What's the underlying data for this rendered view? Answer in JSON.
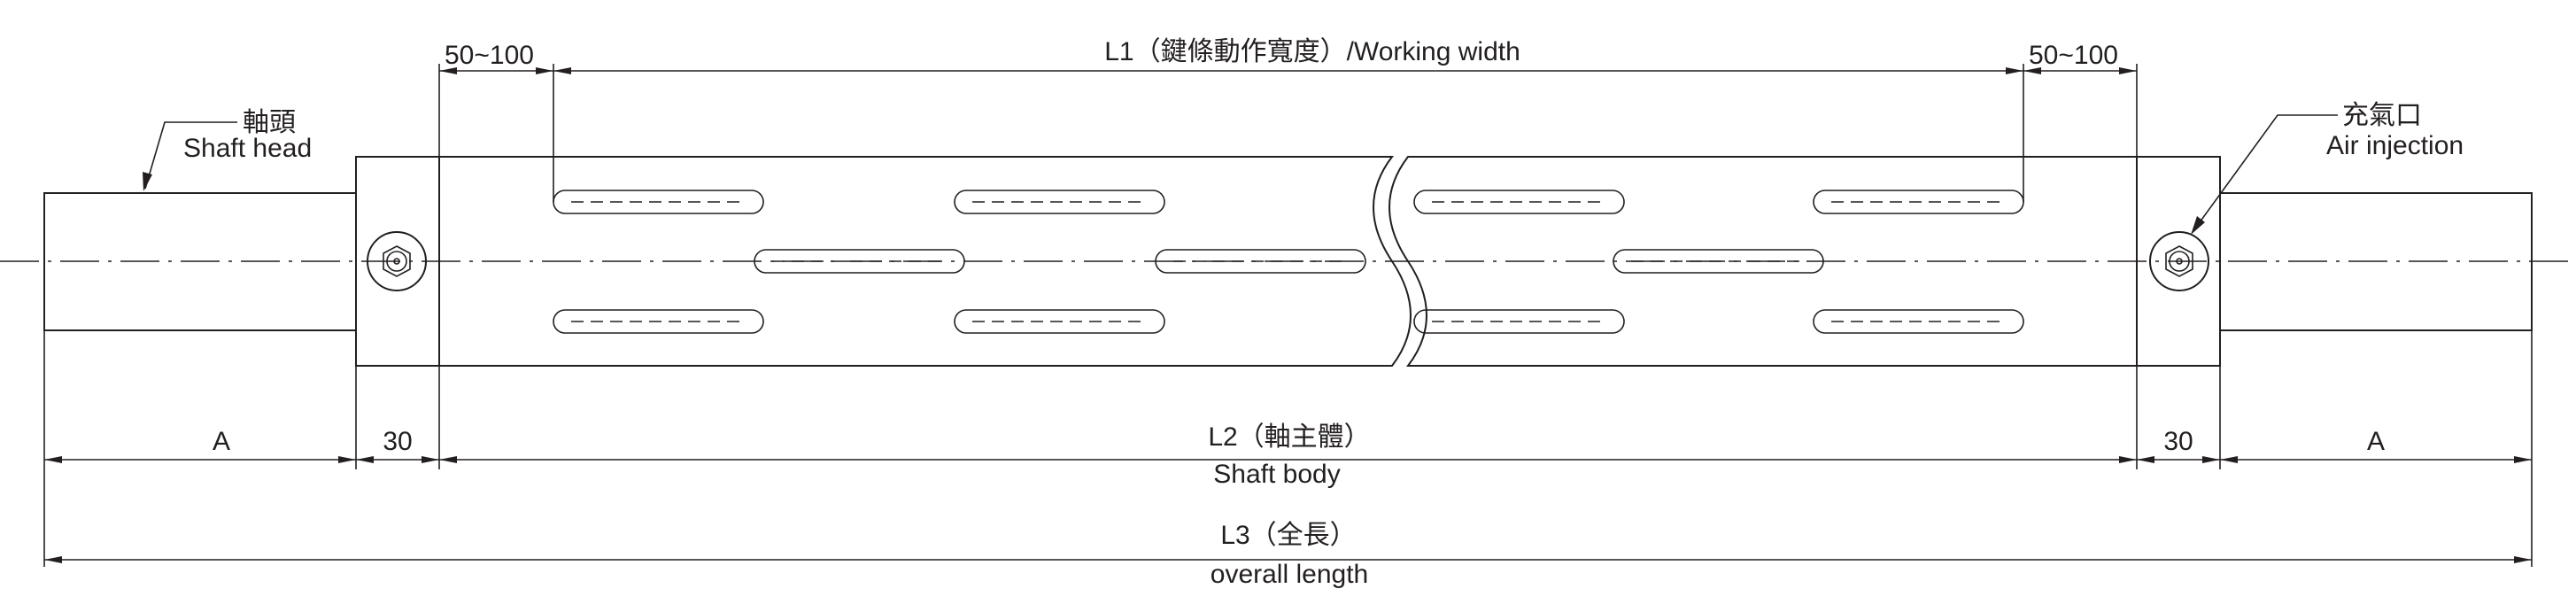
{
  "labels": {
    "shaft_head_cn": "軸頭",
    "shaft_head_en": "Shaft head",
    "air_injection_cn": "充氣口",
    "air_injection_en": "Air injection",
    "margin_left": "50~100",
    "margin_right": "50~100",
    "working_width": "L1（鍵條動作寬度）/Working width",
    "dim_a_left": "A",
    "dim_30_left": "30",
    "shaft_body_cn": "L2（軸主體）",
    "shaft_body_en": "Shaft body",
    "dim_30_right": "30",
    "dim_a_right": "A",
    "overall_cn": "L3（全長）",
    "overall_en": "overall length"
  }
}
